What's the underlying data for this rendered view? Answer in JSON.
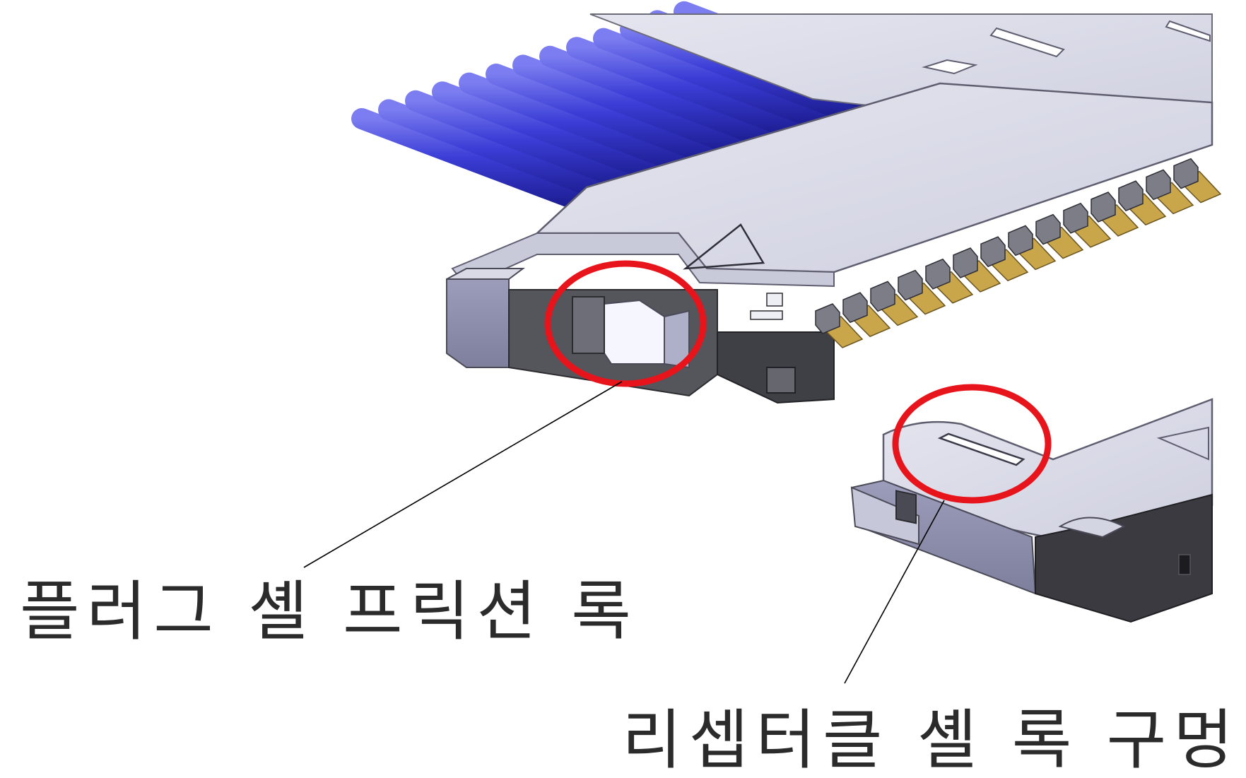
{
  "callouts": {
    "plug_friction_lock": "플러그 셸 프릭션 록",
    "receptacle_lock_hole": "리셉터클 셸 록 구멍"
  },
  "colors": {
    "highlight_circle": "#e8141b",
    "ribbon_wires": "#3d3fd8",
    "shell_silver": "#d7d8e6",
    "housing_dark": "#4a4a50",
    "gold_contacts": "#c9a64a",
    "leader_line": "#000000"
  },
  "icons": [
    "highlight-circle",
    "leader-line"
  ]
}
